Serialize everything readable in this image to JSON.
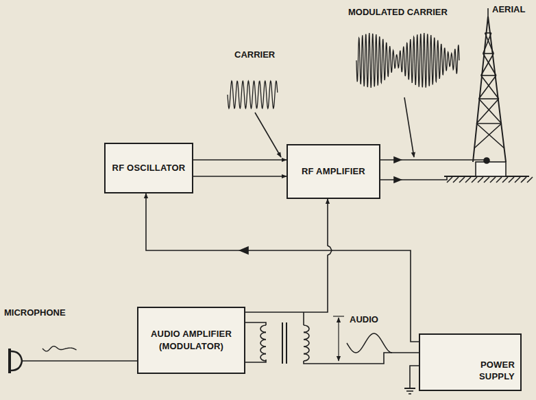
{
  "diagram": {
    "nodes": [
      {
        "text": [
          "RF OSCILLATOR"
        ]
      },
      {
        "text": [
          "RF AMPLIFIER"
        ]
      },
      {
        "text": [
          "AUDIO AMPLIFIER (MODULATOR)"
        ]
      },
      {
        "text": [
          "POWER SUPPLY"
        ]
      }
    ],
    "edges": [
      {
        "from": 0,
        "to": 1,
        "arrow": "to"
      },
      {
        "from": 0,
        "to": 1,
        "arrow": "to"
      },
      {
        "from": 2,
        "to": 1,
        "arrow": "to"
      },
      {
        "from": 3,
        "to": 0,
        "arrow": "to"
      }
    ],
    "labels": [
      "CARRIER",
      "MODULATED CARRIER",
      "AERIAL",
      "MICROPHONE",
      "AUDIO",
      "+",
      "+",
      "−"
    ]
  }
}
